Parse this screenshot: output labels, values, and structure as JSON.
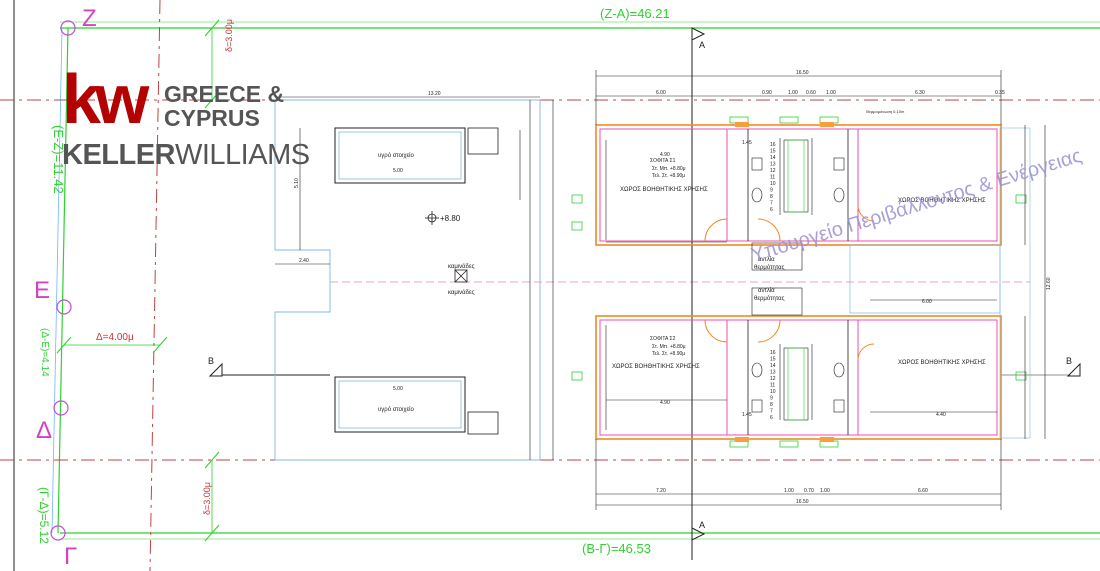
{
  "boundary": {
    "top_label": "(Z-A)=46.21",
    "bottom_label": "(B-Γ)=46.53",
    "left_ze": "(E-Z)=11.42",
    "left_de": "(Δ-E)=4.14",
    "left_gd": "(Γ-Δ)=5.12",
    "setback_top": "δ=3.00μ",
    "setback_bottom": "δ=3.00μ",
    "setback_left": "Δ=4.00μ"
  },
  "vertices": {
    "z": "Z",
    "e": "E",
    "delta": "Δ",
    "gamma": "Γ"
  },
  "sections": {
    "a_top": "A",
    "a_bottom": "A",
    "b_left": "B",
    "b_right": "B"
  },
  "logo": {
    "kw": "kw",
    "line1": "GREECE &",
    "line2": "CYPRUS",
    "brand_a": "KELLER",
    "brand_b": "WILLIAMS"
  },
  "watermark": "Υπουργείο Περιβάλλοντος & Ενέργειας",
  "roof": {
    "wet_label": "υγρό στοιχείο",
    "wet_label_2": "υγρό στοιχείο",
    "level": "+8.80",
    "chimney_1": "καμινάδες",
    "chimney_2": "καμινάδες",
    "dim_1320": "13.20",
    "dim_500a": "5.00",
    "dim_500b": "5.00",
    "dim_240": "2.40",
    "dim_510": "5.10"
  },
  "rooms": {
    "top_left": "ΧΩΡΟΣ ΒΟΗΘΗΤΙΚΗΣ ΧΡΗΣΗΣ",
    "top_right": "ΧΩΡΟΣ ΒΟΗΘΗΤΙΚΗΣ ΧΡΗΣΗΣ",
    "bottom_left": "ΧΩΡΟΣ ΒΟΗΘΗΤΙΚΗΣ ΧΡΗΣΗΣ",
    "bottom_right": "ΧΩΡΟΣ ΒΟΗΘΗΤΙΚΗΣ ΧΡΗΣΗΣ",
    "sofita1_title": "ΣΟΦΙΤΑ Σ1",
    "sofita1_l1": "Στ. Μπ. +8.80μ",
    "sofita1_l2": "Τελ. Στ. +8.90μ",
    "sofita2_title": "ΣΟΦΙΤΑ Σ2",
    "sofita2_l1": "Στ. Μπ. +8.80μ",
    "sofita2_l2": "Τελ. Στ. +8.90μ",
    "pump_1": "αντλία",
    "pump_1b": "θερμότητας",
    "pump_2": "αντλία",
    "pump_2b": "θερμότητας",
    "thermo": "Θερμομόνωση 0,10m"
  },
  "dims": {
    "top_total": "16.50",
    "bottom_total": "16.50",
    "top_a": "6.00",
    "top_b": "0.90",
    "top_c": "1.00",
    "top_d": "0.60",
    "top_e": "1.00",
    "top_f": "6.30",
    "top_g": "0.35",
    "bot_a": "7.20",
    "bot_b": "1.00",
    "bot_c": "0.70",
    "bot_d": "1.00",
    "bot_e": "6.60",
    "w490a": "4.90",
    "w490b": "4.90",
    "w145a": "1.45",
    "w145b": "1.45",
    "w440": "4.40",
    "w600": "6.00",
    "h1260": "12.60"
  },
  "stairs_top": [
    "6",
    "7",
    "8",
    "9",
    "10",
    "11",
    "12",
    "13",
    "14",
    "15",
    "16"
  ],
  "stairs_bottom": [
    "16",
    "15",
    "14",
    "13",
    "12",
    "11",
    "10",
    "9",
    "8",
    "7",
    "6"
  ]
}
